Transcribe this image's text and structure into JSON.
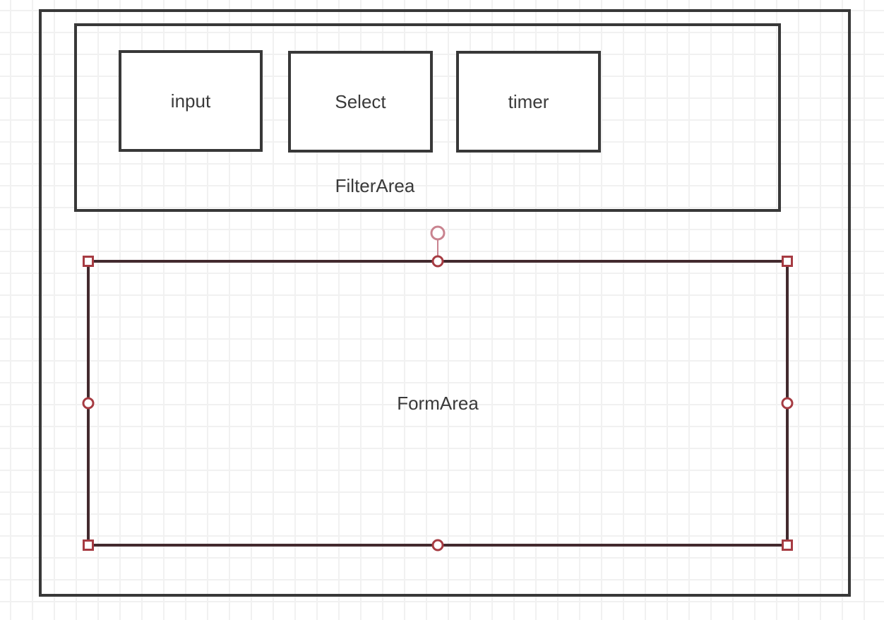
{
  "canvas": {
    "type": "diagram-editor-canvas",
    "grid": "on"
  },
  "colors": {
    "shape_stroke": "#383838",
    "selected_stroke": "#432a2e",
    "handle_stroke": "#a63b42",
    "rotate_handle_stroke": "#c9838f",
    "label_text": "#3a3a3a",
    "grid_line": "#f1f1f1",
    "canvas_bg": "#ffffff",
    "shape_fill": "#ffffff"
  },
  "shapes": {
    "outer_container": {
      "label": ""
    },
    "filter_area": {
      "label": "FilterArea",
      "children": [
        {
          "label": "input"
        },
        {
          "label": "Select"
        },
        {
          "label": "timer"
        }
      ]
    },
    "input_box": {
      "label": "input"
    },
    "select_box": {
      "label": "Select"
    },
    "timer_box": {
      "label": "timer"
    },
    "form_area": {
      "label": "FormArea",
      "selected": true,
      "handles": [
        "rotate",
        "nw",
        "n",
        "ne",
        "w",
        "e",
        "sw",
        "s",
        "se"
      ]
    }
  }
}
